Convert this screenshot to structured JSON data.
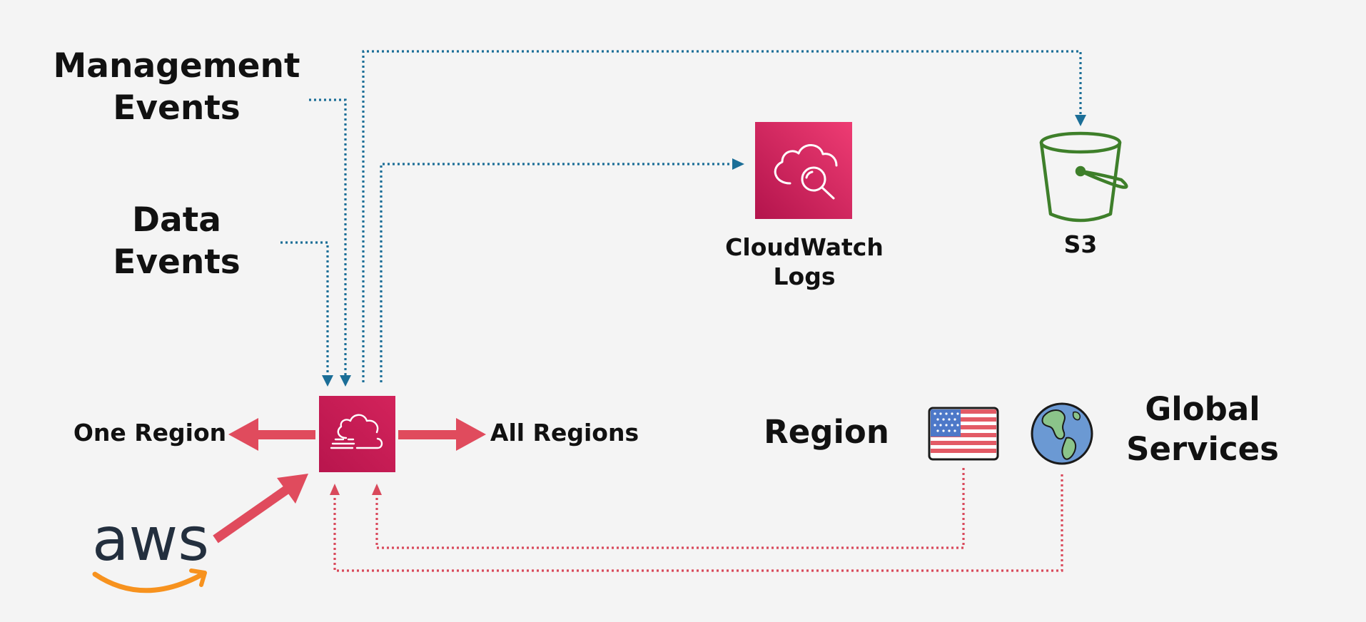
{
  "labels": {
    "management_events": [
      "Management",
      "Events"
    ],
    "data_events": [
      "Data",
      "Events"
    ],
    "cloudwatch_logs": [
      "CloudWatch",
      "Logs"
    ],
    "s3": "S3",
    "one_region": "One Region",
    "all_regions": "All Regions",
    "region": "Region",
    "global_services": [
      "Global",
      "Services"
    ]
  },
  "logo": {
    "text": "aws"
  },
  "icons": {
    "cloudtrail": "cloudtrail-icon",
    "cloudwatch_logs": "cloudwatch-logs-icon",
    "s3": "s3-bucket-icon",
    "region": "us-flag-icon",
    "global": "globe-icon",
    "aws": "aws-logo"
  },
  "colors": {
    "background": "#f4f4f4",
    "blue_flow": "#1b6e97",
    "red_flow": "#d9495b",
    "service_pink": "#c8194f",
    "s3_green": "#3e7f2a",
    "aws_orange": "#f7921e",
    "aws_text": "#232f3e"
  }
}
